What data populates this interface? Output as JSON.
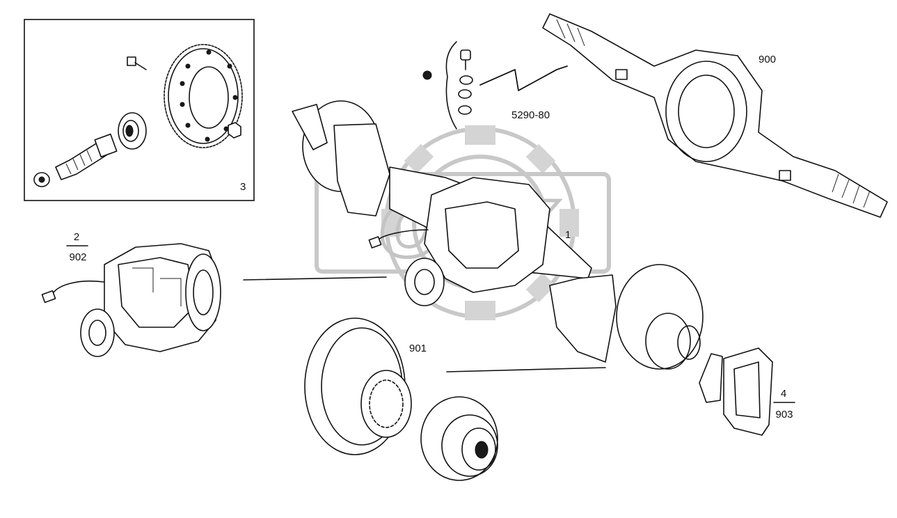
{
  "labels": {
    "inset_ref": "3",
    "final_drive_top": "2",
    "final_drive_bottom": "902",
    "axle_assembly": "1",
    "axle_housing": "900",
    "brake_disc": "901",
    "caliper_top": "4",
    "caliper_bottom": "903",
    "sensor_wire_ref": "5290-80"
  },
  "watermark": {
    "text": "OEX"
  },
  "colors": {
    "ink": "#111111",
    "background": "#ffffff",
    "watermark": "#c8c8c8"
  }
}
